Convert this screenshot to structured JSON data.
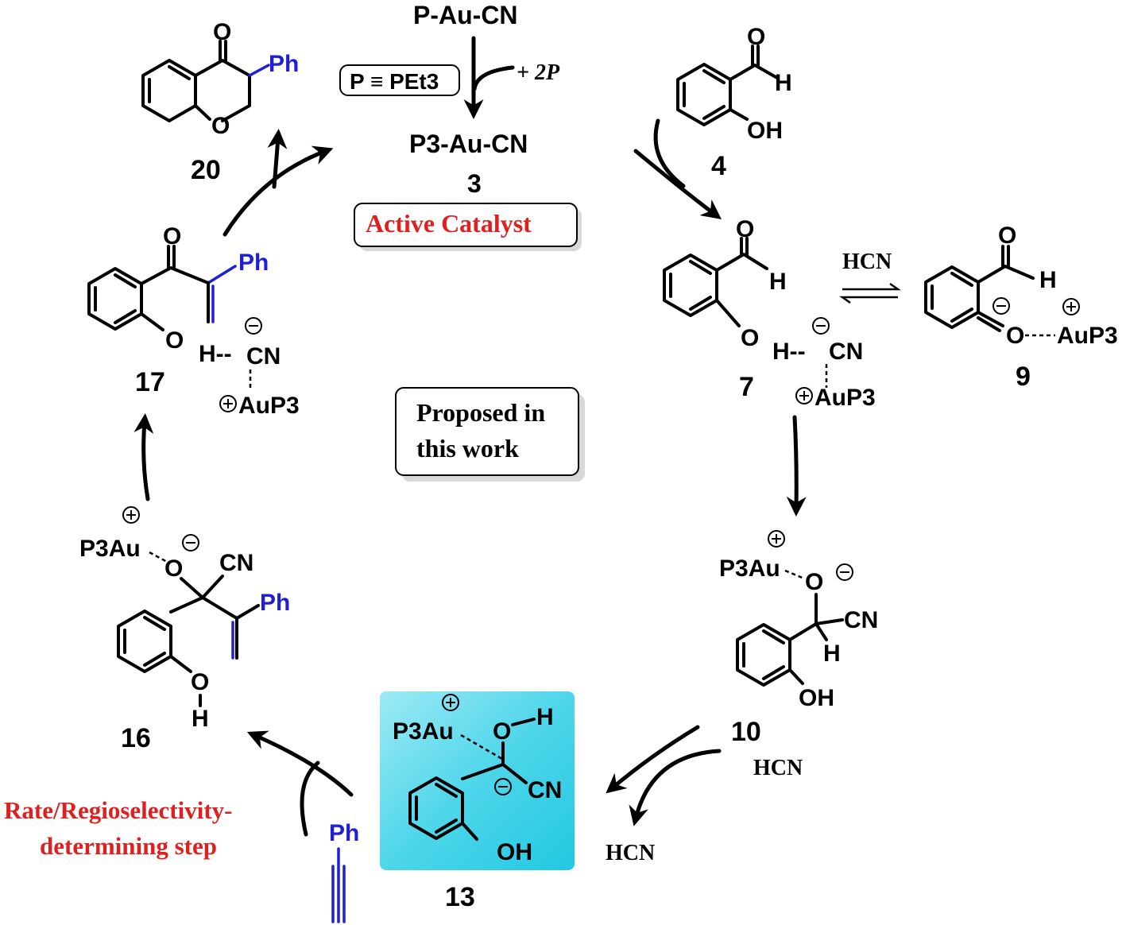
{
  "labels": {
    "top_reagent": "P-Au-CN",
    "phosphine_def": "P ≡ PEt3",
    "plus_2p": "+ 2P",
    "catalyst_formula": "P3-Au-CN",
    "catalyst_num": "3",
    "active_catalyst": "Active Catalyst",
    "proposed_line1": "Proposed in",
    "proposed_line2": "this work",
    "rate_line1": "Rate/Regioselectivity-",
    "rate_line2": "determining step",
    "hcn_eq": "HCN",
    "hcn_in": "HCN",
    "hcn_out": "HCN",
    "n20": "20",
    "n4": "4",
    "n7": "7",
    "n9": "9",
    "n10": "10",
    "n13": "13",
    "n16": "16",
    "n17": "17",
    "ph": "Ph",
    "o": "O",
    "h": "H",
    "oh": "OH",
    "cn": "CN",
    "au_p3": "AuP3",
    "p3_au": "P3Au",
    "oh_dash": "O—H",
    "h_dash": "H--"
  },
  "colors": {
    "red": "#e0201e",
    "blue": "#1f1fd6",
    "highlight": "#3ad3e8"
  }
}
